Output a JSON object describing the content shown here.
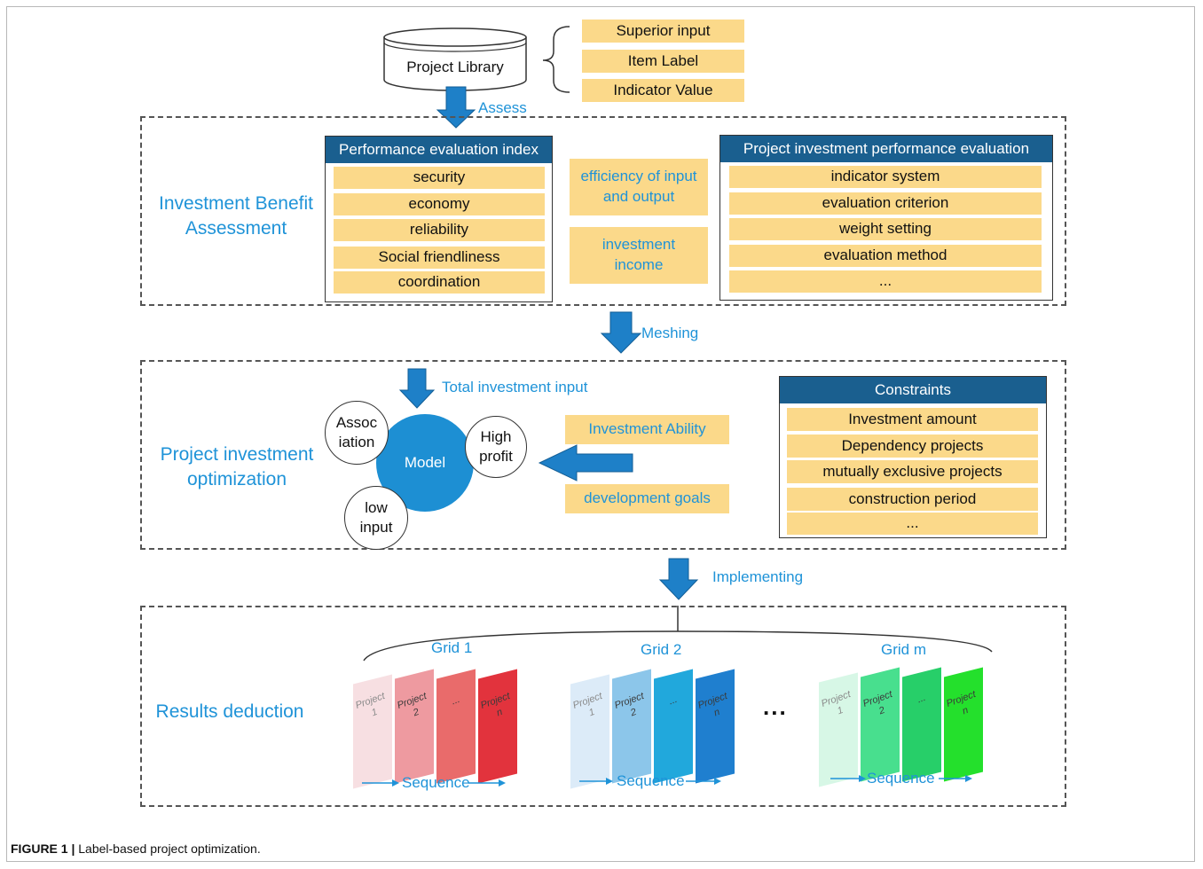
{
  "library": {
    "title": "Project Library",
    "items": [
      "Superior input",
      "Item Label",
      "Indicator Value"
    ]
  },
  "arrows": {
    "assess": "Assess",
    "meshing": "Meshing",
    "total_input": "Total investment input",
    "implementing": "Implementing"
  },
  "assessment": {
    "section_label": "Investment Benefit Assessment",
    "index_panel": {
      "title": "Performance evaluation index",
      "items": [
        "security",
        "economy",
        "reliability",
        "Social friendliness",
        "coordination"
      ]
    },
    "middle": [
      "efficiency of input and output",
      "investment income"
    ],
    "eval_panel": {
      "title": "Project investment performance evaluation",
      "items": [
        "indicator system",
        "evaluation criterion",
        "weight setting",
        "evaluation method",
        "..."
      ]
    }
  },
  "optimization": {
    "section_label": "Project investment optimization",
    "model": "Model",
    "circles": [
      "Association",
      "High profit",
      "low input"
    ],
    "middle": [
      "Investment Ability",
      "development goals"
    ],
    "constraints": {
      "title": "Constraints",
      "items": [
        "Investment amount",
        "Dependency projects",
        "mutually exclusive projects",
        "construction period",
        "..."
      ]
    }
  },
  "results": {
    "section_label": "Results deduction",
    "grids": [
      "Grid 1",
      "Grid 2",
      "Grid m"
    ],
    "card_labels": [
      "Project\n1",
      "Project\n2",
      "...",
      "Project\nn"
    ],
    "sequence": "Sequence",
    "ellipsis": "..."
  },
  "caption": {
    "label": "FIGURE 1 |",
    "text": "Label-based project optimization."
  },
  "colors": {
    "red": [
      "#f7dfe2",
      "#ee9aa0",
      "#e96b6b",
      "#e2333d"
    ],
    "blue": [
      "#dcebf8",
      "#8cc6ea",
      "#21a8dc",
      "#1f7fcf"
    ],
    "green": [
      "#d7f7e6",
      "#48df8e",
      "#27cf69",
      "#24e02c"
    ]
  }
}
